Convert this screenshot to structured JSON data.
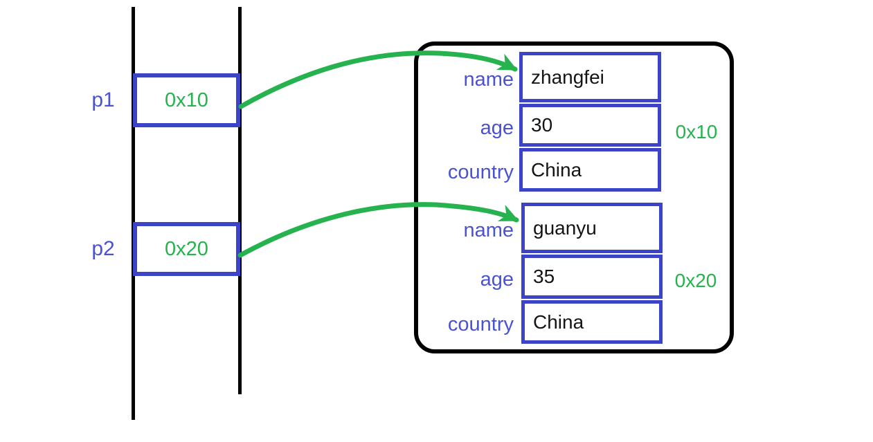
{
  "colors": {
    "blue": "#3b43c8",
    "blue_text": "#4a51d2",
    "green": "#26b24e",
    "ink": "#141414",
    "line_black": "#000000",
    "background": "#ffffff"
  },
  "pointers": [
    {
      "name": "p1",
      "value": "0x10"
    },
    {
      "name": "p2",
      "value": "0x20"
    }
  ],
  "structs": [
    {
      "address": "0x10",
      "fields": [
        {
          "label": "name",
          "value": "zhangfei"
        },
        {
          "label": "age",
          "value": "30"
        },
        {
          "label": "country",
          "value": "China"
        }
      ]
    },
    {
      "address": "0x20",
      "fields": [
        {
          "label": "name",
          "value": "guanyu"
        },
        {
          "label": "age",
          "value": "35"
        },
        {
          "label": "country",
          "value": "China"
        }
      ]
    }
  ]
}
